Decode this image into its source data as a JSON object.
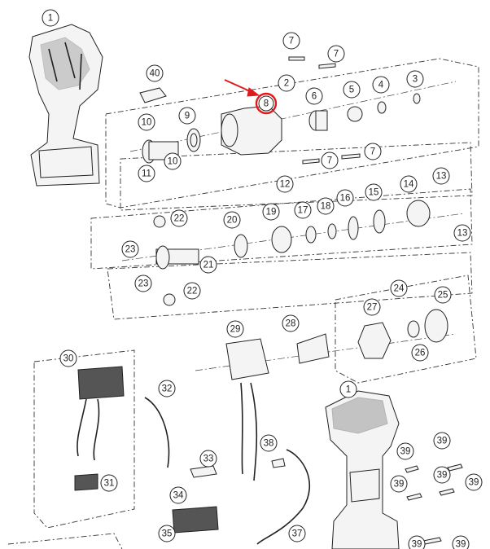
{
  "diagram": {
    "highlight": {
      "label": "8",
      "color": "#e0191b"
    },
    "callouts": [
      {
        "id": "c1a",
        "label": "1"
      },
      {
        "id": "c40",
        "label": "40"
      },
      {
        "id": "c7a",
        "label": "7"
      },
      {
        "id": "c7b",
        "label": "7"
      },
      {
        "id": "c2",
        "label": "2"
      },
      {
        "id": "c6",
        "label": "6"
      },
      {
        "id": "c5",
        "label": "5"
      },
      {
        "id": "c4",
        "label": "4"
      },
      {
        "id": "c3",
        "label": "3"
      },
      {
        "id": "c9",
        "label": "9"
      },
      {
        "id": "c10a",
        "label": "10"
      },
      {
        "id": "c10b",
        "label": "10"
      },
      {
        "id": "c11",
        "label": "11"
      },
      {
        "id": "c7c",
        "label": "7"
      },
      {
        "id": "c7d",
        "label": "7"
      },
      {
        "id": "c12",
        "label": "12"
      },
      {
        "id": "c13a",
        "label": "13"
      },
      {
        "id": "c14",
        "label": "14"
      },
      {
        "id": "c13b",
        "label": "13"
      },
      {
        "id": "c22a",
        "label": "22"
      },
      {
        "id": "c20",
        "label": "20"
      },
      {
        "id": "c19",
        "label": "19"
      },
      {
        "id": "c17",
        "label": "17"
      },
      {
        "id": "c18",
        "label": "18"
      },
      {
        "id": "c16",
        "label": "16"
      },
      {
        "id": "c15",
        "label": "15"
      },
      {
        "id": "c23a",
        "label": "23"
      },
      {
        "id": "c21",
        "label": "21"
      },
      {
        "id": "c23b",
        "label": "23"
      },
      {
        "id": "c22b",
        "label": "22"
      },
      {
        "id": "c24",
        "label": "24"
      },
      {
        "id": "c25",
        "label": "25"
      },
      {
        "id": "c27",
        "label": "27"
      },
      {
        "id": "c26",
        "label": "26"
      },
      {
        "id": "c29",
        "label": "29"
      },
      {
        "id": "c28",
        "label": "28"
      },
      {
        "id": "c30",
        "label": "30"
      },
      {
        "id": "c31",
        "label": "31"
      },
      {
        "id": "c32",
        "label": "32"
      },
      {
        "id": "c33",
        "label": "33"
      },
      {
        "id": "c34",
        "label": "34"
      },
      {
        "id": "c35",
        "label": "35"
      },
      {
        "id": "c38",
        "label": "38"
      },
      {
        "id": "c37",
        "label": "37"
      },
      {
        "id": "c1b",
        "label": "1"
      },
      {
        "id": "c39a",
        "label": "39"
      },
      {
        "id": "c39b",
        "label": "39"
      },
      {
        "id": "c39c",
        "label": "39"
      },
      {
        "id": "c39d",
        "label": "39"
      },
      {
        "id": "c39e",
        "label": "39"
      },
      {
        "id": "c39f",
        "label": "39"
      },
      {
        "id": "c39g",
        "label": "39"
      }
    ]
  }
}
